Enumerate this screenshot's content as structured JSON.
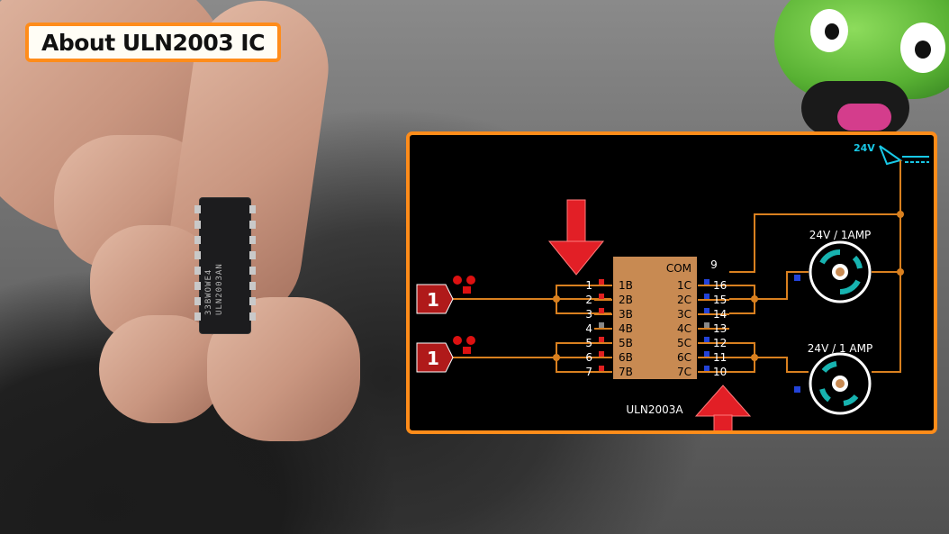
{
  "title": "About ULN2003 IC",
  "photo": {
    "chip_marking_lines": [
      "33BWOWE4",
      "ULN2003AN"
    ]
  },
  "schematic": {
    "ic_name": "ULN2003A",
    "com_label": "COM",
    "com_pin": "9",
    "inputs": [
      {
        "pin": "1",
        "label": "1B"
      },
      {
        "pin": "2",
        "label": "2B"
      },
      {
        "pin": "3",
        "label": "3B"
      },
      {
        "pin": "4",
        "label": "4B"
      },
      {
        "pin": "5",
        "label": "5B"
      },
      {
        "pin": "6",
        "label": "6B"
      },
      {
        "pin": "7",
        "label": "7B"
      }
    ],
    "outputs": [
      {
        "pin": "16",
        "label": "1C"
      },
      {
        "pin": "15",
        "label": "2C"
      },
      {
        "pin": "14",
        "label": "3C"
      },
      {
        "pin": "13",
        "label": "4C"
      },
      {
        "pin": "12",
        "label": "5C"
      },
      {
        "pin": "11",
        "label": "6C"
      },
      {
        "pin": "10",
        "label": "7C"
      }
    ],
    "logic_source_1": "1",
    "logic_source_2": "1",
    "supply_label": "24V",
    "motor_1_label": "24V / 1AMP",
    "motor_2_label": "24V / 1 AMP"
  },
  "colors": {
    "accent_orange": "#ff8c1a",
    "wire": "#d9801f",
    "ic_body": "#c88a52",
    "arrow_red": "#e21f26",
    "supply_cyan": "#18c8e6",
    "motor_teal": "#17b3b0"
  }
}
